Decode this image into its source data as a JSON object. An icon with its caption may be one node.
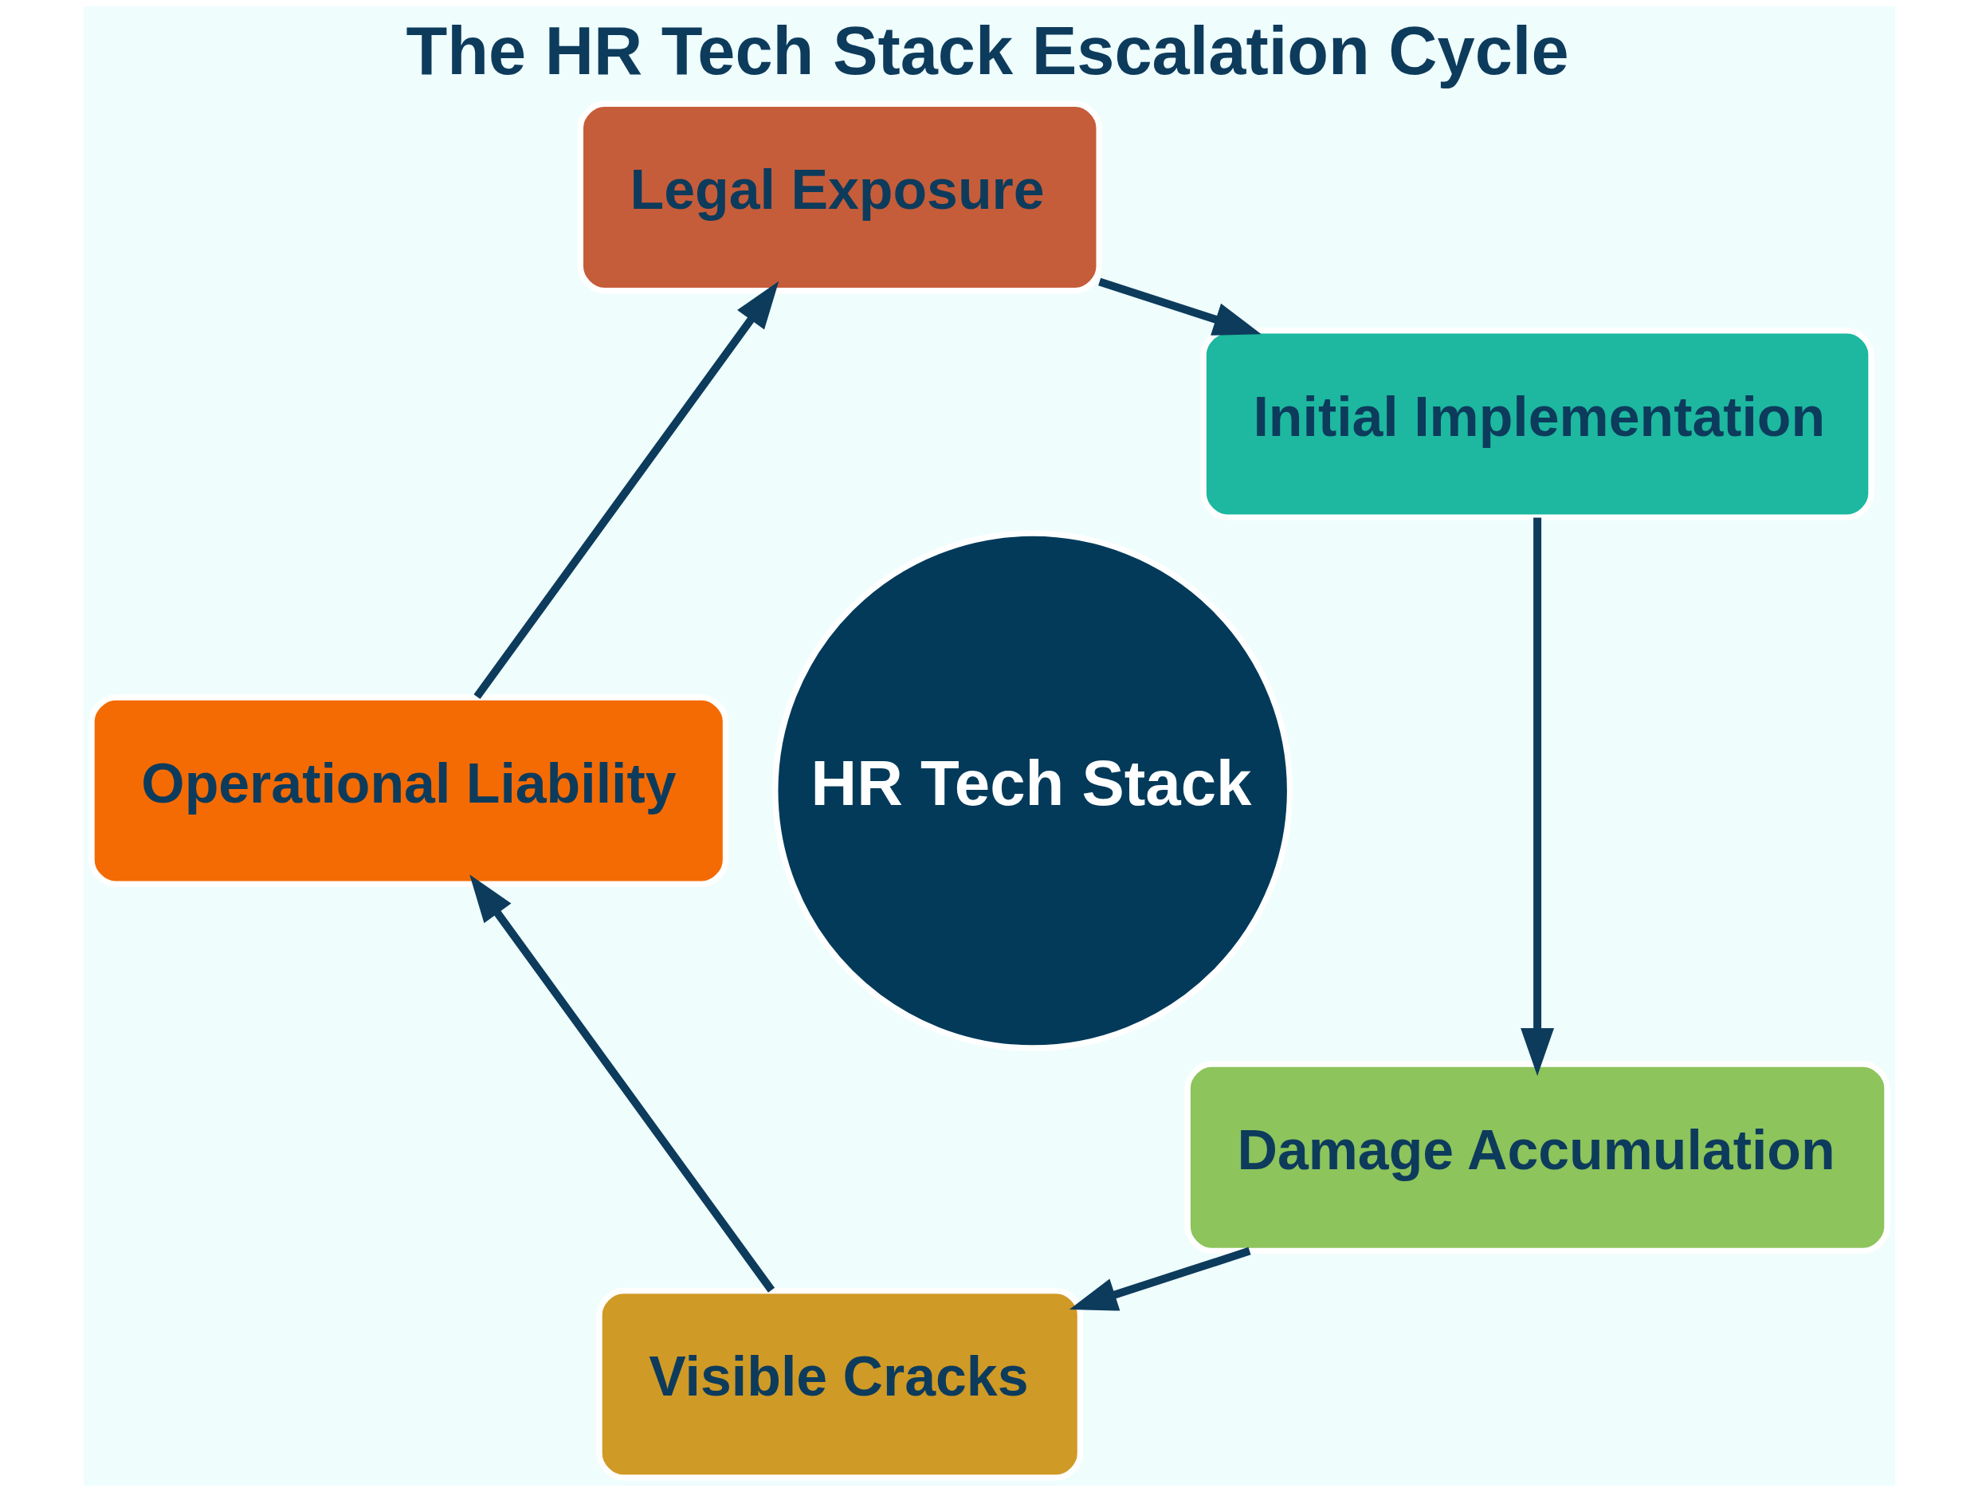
{
  "diagram": {
    "title": "The HR Tech Stack Escalation Cycle",
    "nodes": [
      {
        "text": [
          "HR Tech Stack"
        ]
      },
      {
        "text": [
          "Initial Implementation"
        ]
      },
      {
        "text": [
          "Damage Accumulation"
        ]
      },
      {
        "text": [
          "Visible Cracks"
        ]
      },
      {
        "text": [
          "Operational Liability"
        ]
      },
      {
        "text": [
          "Legal Exposure"
        ]
      }
    ],
    "edges": [
      {
        "from": 1,
        "to": 2,
        "arrow": "to"
      },
      {
        "from": 2,
        "to": 3,
        "arrow": "to"
      },
      {
        "from": 3,
        "to": 4,
        "arrow": "to"
      },
      {
        "from": 4,
        "to": 5,
        "arrow": "to"
      },
      {
        "from": 5,
        "to": 1,
        "arrow": "to"
      }
    ]
  }
}
